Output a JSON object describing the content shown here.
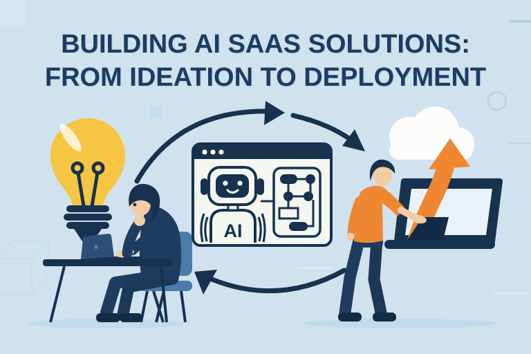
{
  "title": {
    "line1": "BUILDING AI SAAS SOLUTIONS:",
    "line2": "FROM IDEATION TO DEPLOYMENT"
  },
  "illustration": {
    "robot_label": "AI",
    "stages": [
      {
        "id": "ideation",
        "icon": "lightbulb-icon"
      },
      {
        "id": "ai-development",
        "icon": "ai-robot-browser-icon"
      },
      {
        "id": "deployment",
        "icon": "cloud-upload-icon"
      }
    ]
  },
  "colors": {
    "background": "#cfe2ee",
    "navy": "#16324f",
    "body_navy": "#1d3c5f",
    "title_text": "#1b3c63",
    "bulb_yellow": "#f6c543",
    "accent_orange": "#ef8732",
    "skin": "#f3cba5",
    "chair_blue": "#4a7cab",
    "laptop_blue": "#2d4e77",
    "window_bg": "#f4f6f0",
    "cloud_white": "#fcfdfb",
    "screen_light": "#e9f2f8",
    "shadow_blue": "#c0dbec"
  }
}
